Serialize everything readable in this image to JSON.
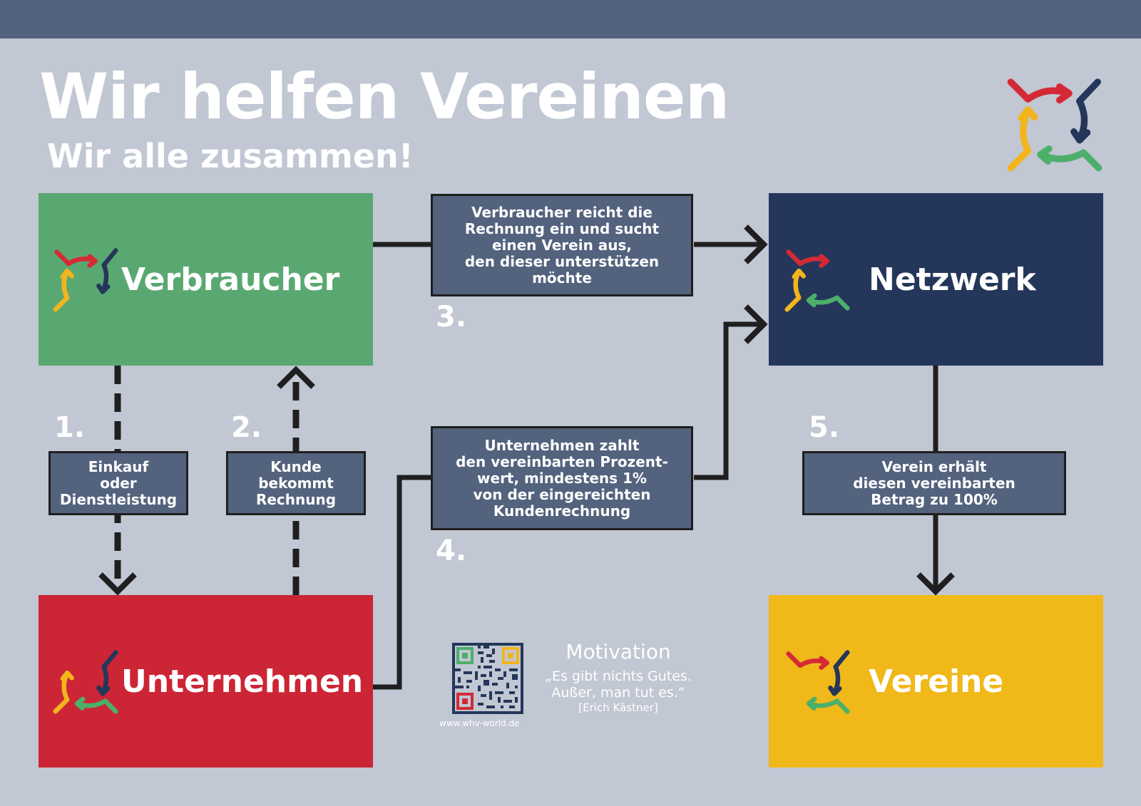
{
  "header": {
    "title": "Wir helfen Vereinen",
    "subtitle": "Wir alle zusammen!"
  },
  "nodes": {
    "verbraucher": "Verbraucher",
    "netzwerk": "Netzwerk",
    "unternehmen": "Unternehmen",
    "vereine": "Vereine"
  },
  "steps": {
    "s1": {
      "number": "1.",
      "text": "Einkauf\noder\nDienstleistung"
    },
    "s2": {
      "number": "2.",
      "text": "Kunde\nbekommt\nRechnung"
    },
    "s3": {
      "number": "3.",
      "text": "Verbraucher reicht die\nRechnung ein und sucht\neinen Verein aus,\nden dieser unterstützen\nmöchte"
    },
    "s4": {
      "number": "4.",
      "text": "Unternehmen zahlt\nden vereinbarten Prozent-\nwert, mindestens 1%\nvon der eingereichten\nKundenrechnung"
    },
    "s5": {
      "number": "5.",
      "text": "Verein erhält\ndiesen vereinbarten\nBetrag zu 100%"
    }
  },
  "footer": {
    "url": "www.whv-world.de",
    "motivation_title": "Motivation",
    "quote": "„Es gibt nichts Gutes.\nAußer, man tut es.“",
    "author": "[Erich Kästner]"
  },
  "colors": {
    "background": "#c1c7d3",
    "topbar": "#53627d",
    "verbraucher": "#5aa871",
    "netzwerk": "#24375a",
    "unternehmen": "#cc2535",
    "vereine": "#f0b819",
    "logo_red": "#d42a36",
    "logo_navy": "#24375a",
    "logo_yellow": "#f2b51c",
    "logo_green": "#4caf6a"
  },
  "icons": {
    "logo": "circular-arrows-logo",
    "qr": "qr-code"
  }
}
